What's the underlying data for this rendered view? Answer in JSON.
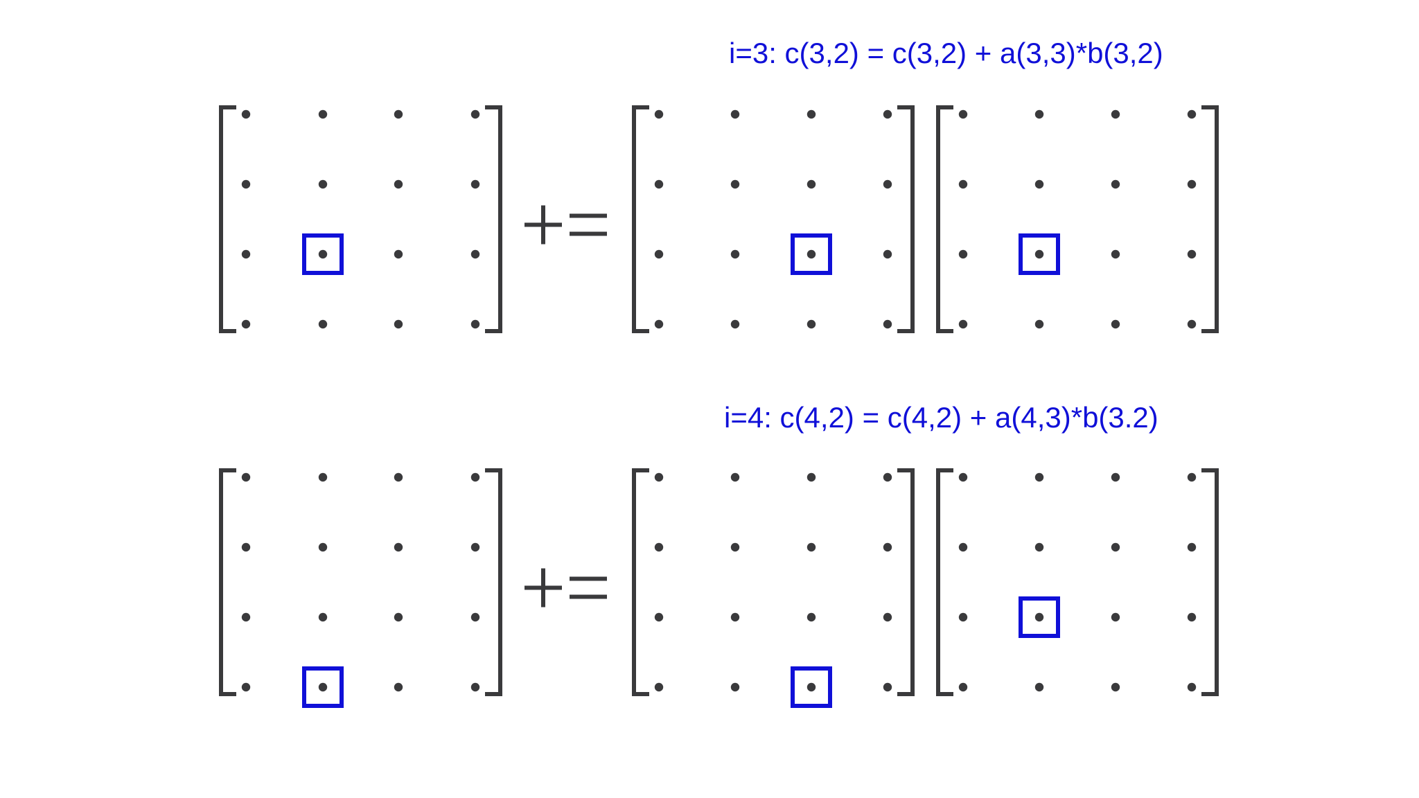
{
  "colors": {
    "highlight": "#1010d8",
    "ink": "#3a3a3c",
    "background": "#ffffff"
  },
  "operator": "+=",
  "steps": [
    {
      "caption": "i=3: c(3,2) = c(3,2) + a(3,3)*b(3,2)",
      "rows": 4,
      "cols": 4,
      "c_highlight": [
        3,
        2
      ],
      "a_highlight": [
        3,
        3
      ],
      "b_highlight": [
        3,
        2
      ]
    },
    {
      "caption": "i=4: c(4,2) = c(4,2) + a(4,3)*b(3.2)",
      "rows": 4,
      "cols": 4,
      "c_highlight": [
        4,
        2
      ],
      "a_highlight": [
        4,
        3
      ],
      "b_highlight": [
        3,
        2
      ]
    }
  ]
}
